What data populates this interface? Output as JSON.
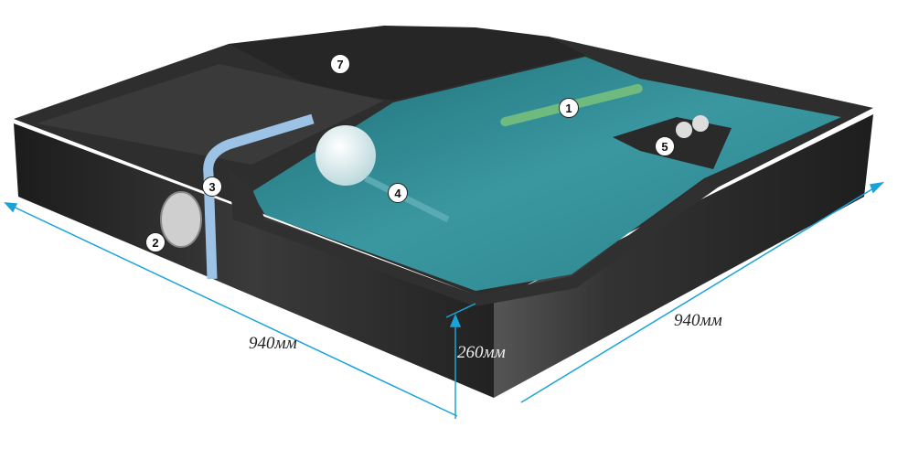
{
  "dimensions": {
    "length_left": "940мм",
    "length_right": "940мм",
    "height": "260мм"
  },
  "callouts": [
    "1",
    "2",
    "3",
    "4",
    "5",
    "7"
  ],
  "colors": {
    "tank": "#2b2b2b",
    "water": "#2f8b93",
    "dimension_line": "#1aa3d9"
  }
}
